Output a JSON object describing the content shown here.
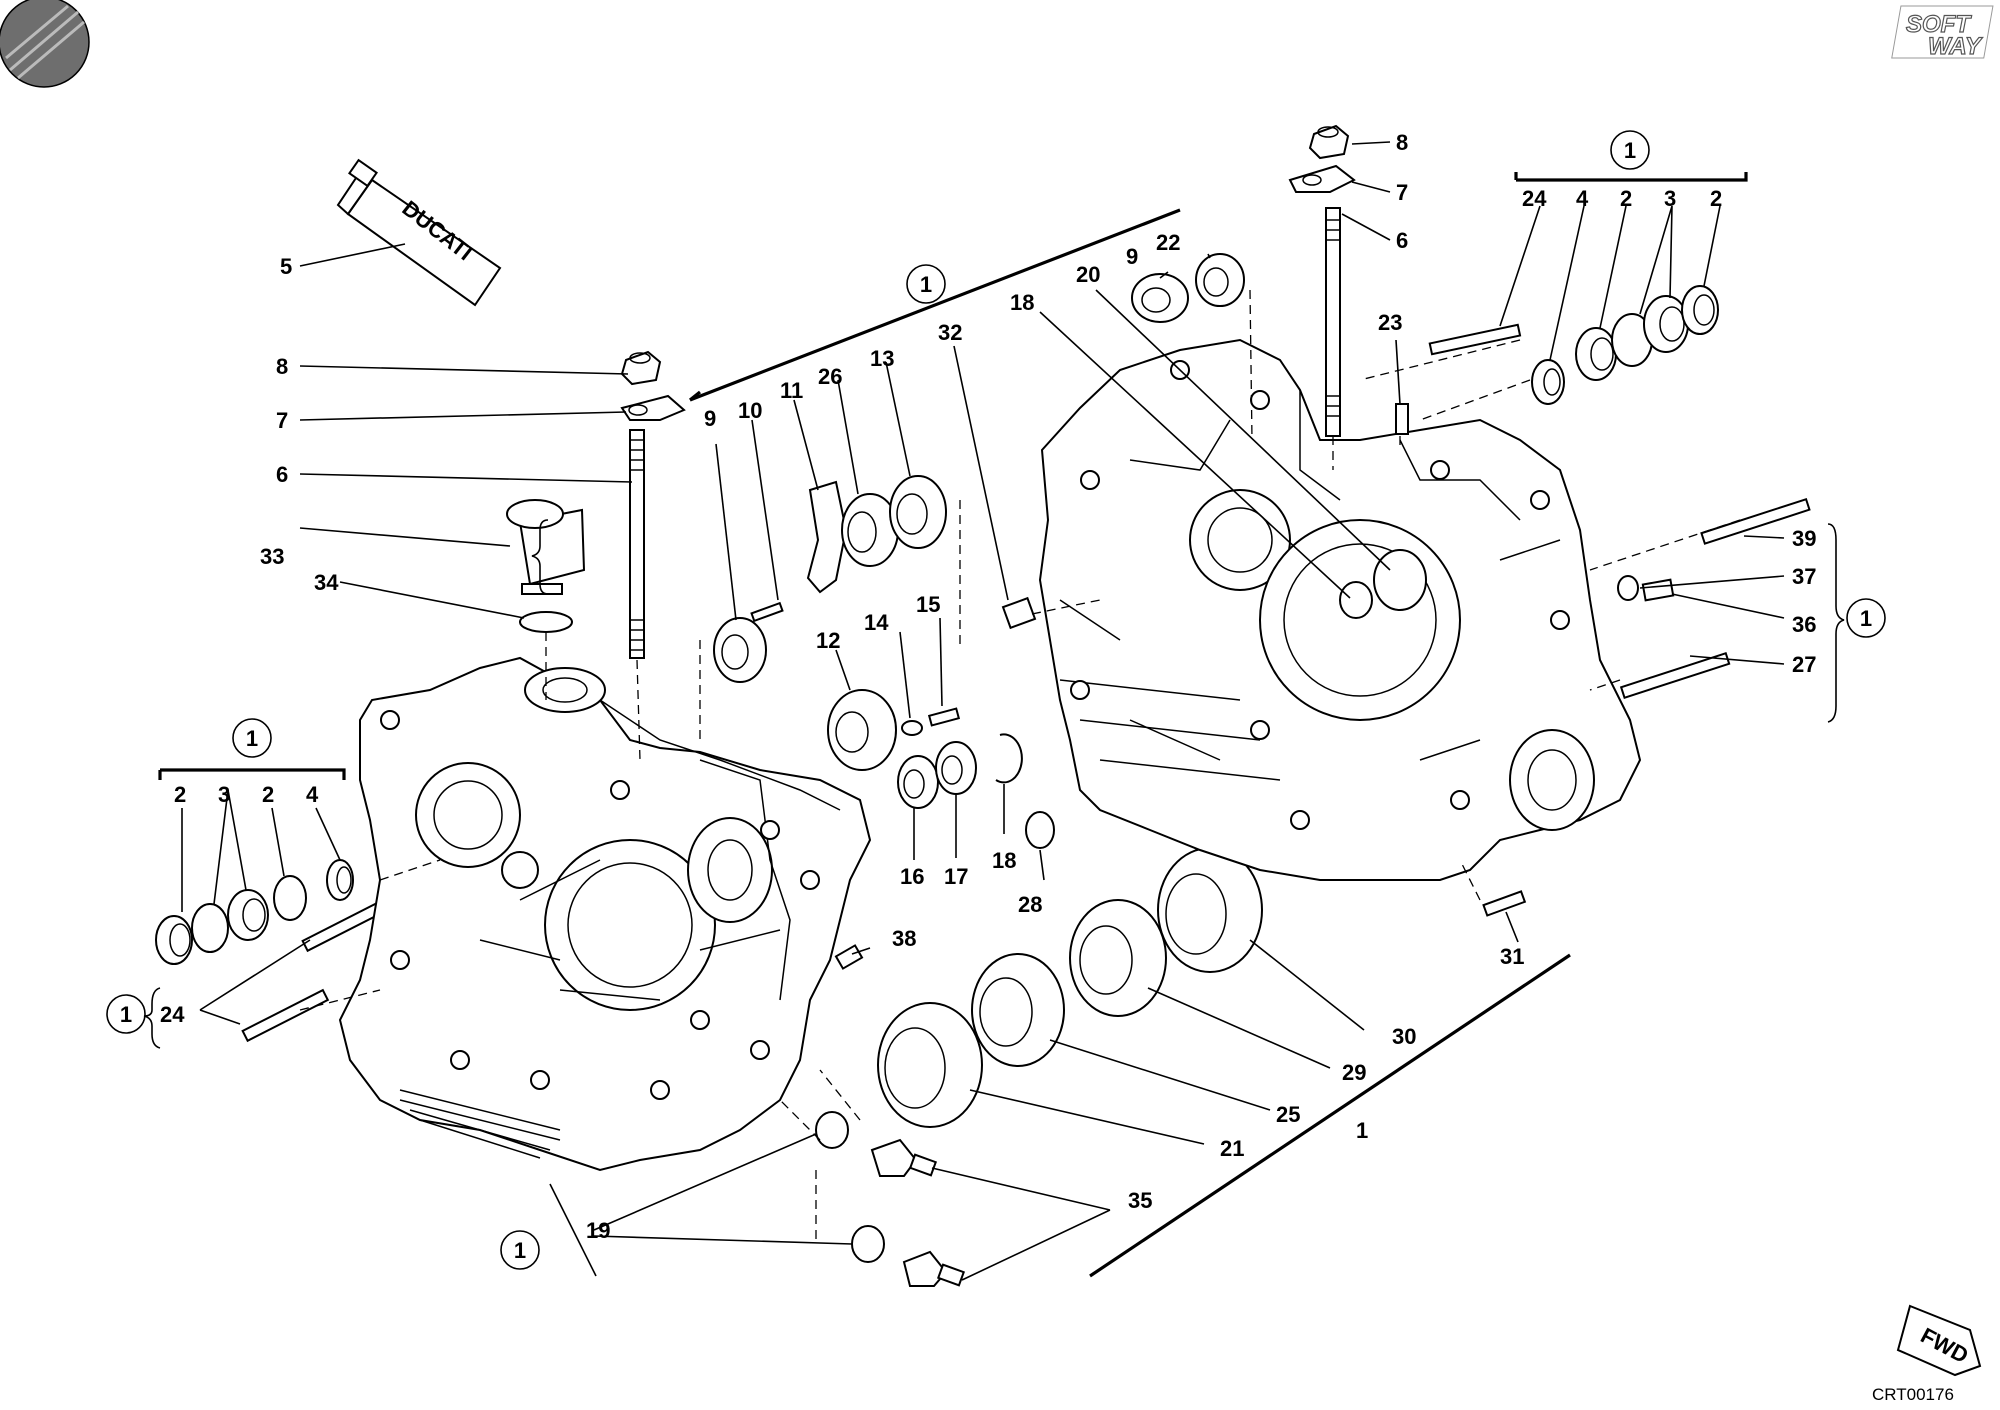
{
  "diagram": {
    "drawing_code": "CRT00176",
    "logo_text_top": "SOFT",
    "logo_text_bottom": "WAY",
    "fwd_label": "FWD",
    "tube_label": "DUCATI",
    "kit_marker": "1"
  },
  "callouts": {
    "c5": "5",
    "c8a": "8",
    "c7a": "7",
    "c6a": "6",
    "c33": "33",
    "c34": "34",
    "c2a": "2",
    "c3a": "3",
    "c2b": "2",
    "c4a": "4",
    "c24a": "24",
    "c9a": "9",
    "c10": "10",
    "c11": "11",
    "c26": "26",
    "c13": "13",
    "c32": "32",
    "c12": "12",
    "c14": "14",
    "c15": "15",
    "c16": "16",
    "c17": "17",
    "c18a": "18",
    "c28": "28",
    "c38": "38",
    "c19": "19",
    "c35": "35",
    "c21": "21",
    "c25": "25",
    "c29": "29",
    "c30": "30",
    "c1": "1",
    "c31": "31",
    "c8b": "8",
    "c7b": "7",
    "c6b": "6",
    "c9b": "9",
    "c22": "22",
    "c20": "20",
    "c18b": "18",
    "c23": "23",
    "c24b": "24",
    "c4b": "4",
    "c2c": "2",
    "c3b": "3",
    "c2d": "2",
    "c39": "39",
    "c37": "37",
    "c36": "36",
    "c27": "27"
  }
}
